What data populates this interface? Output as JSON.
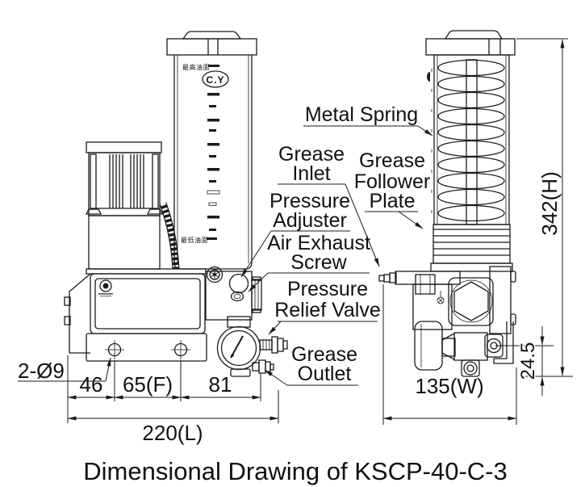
{
  "title": "Dimensional Drawing of KSCP-40-C-3",
  "reservoir": {
    "brand": "C.Y",
    "max_level": "最高油面",
    "min_level": "最低油面"
  },
  "labels": {
    "metal_spring": "Metal Spring",
    "grease_inlet_line1": "Grease",
    "grease_inlet_line2": "Inlet",
    "grease_follower_line1": "Grease",
    "grease_follower_line2": "Follower",
    "grease_follower_line3": "Plate",
    "pressure_adjuster_line1": "Pressure",
    "pressure_adjuster_line2": "Adjuster",
    "air_exhaust_line1": "Air Exhaust",
    "air_exhaust_line2": "Screw",
    "pressure_relief_line1": "Pressure",
    "pressure_relief_line2": "Relief Valve",
    "grease_outlet_line1": "Grease",
    "grease_outlet_line2": "Outlet"
  },
  "dimensions": {
    "height": "342(H)",
    "length": "220(L)",
    "width": "135(W)",
    "offset_left": "46",
    "mount_spacing": "65(F)",
    "offset_right": "81",
    "outlet_height": "24.5",
    "mounting_holes": "2-Ø9"
  }
}
